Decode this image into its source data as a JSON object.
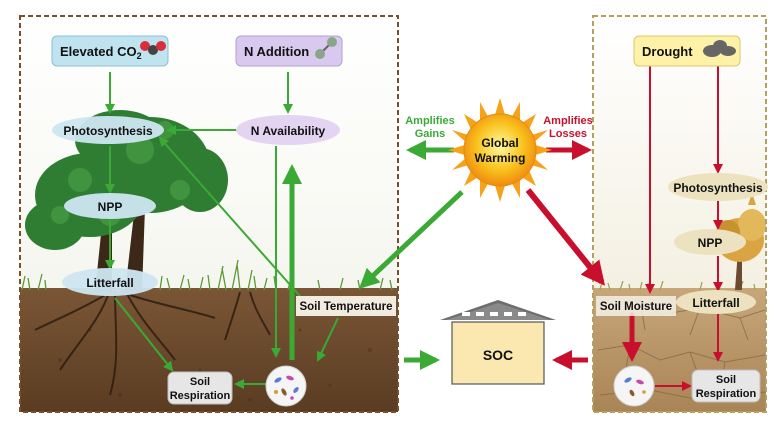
{
  "left_panel": {
    "elevated_co2": {
      "label": "Elevated CO",
      "sub": "2"
    },
    "n_addition": "N Addition",
    "photosynthesis": "Photosynthesis",
    "n_availability": "N Availability",
    "npp": "NPP",
    "litterfall": "Litterfall",
    "soil_temperature": "Soil Temperature",
    "soil_respiration_line1": "Soil",
    "soil_respiration_line2": "Respiration"
  },
  "center": {
    "sun_line1": "Global",
    "sun_line2": "Warming",
    "amplifies_gains_line1": "Amplifies",
    "amplifies_gains_line2": "Gains",
    "amplifies_losses_line1": "Amplifies",
    "amplifies_losses_line2": "Losses",
    "soc": "SOC"
  },
  "right_panel": {
    "drought": "Drought",
    "photosynthesis": "Photosynthesis",
    "npp": "NPP",
    "soil_moisture": "Soil Moisture",
    "litterfall": "Litterfall",
    "soil_respiration_line1": "Soil",
    "soil_respiration_line2": "Respiration"
  },
  "colors": {
    "gain_green": "#3aaa35",
    "loss_red": "#c8102e",
    "co2_box": "#bfe3ef",
    "n_box": "#d9c9ef",
    "drought_box": "#fdf2a8",
    "oval_blue": "#cde6f1",
    "oval_purple": "#e3d4f2",
    "oval_tan": "#ece2bf",
    "soil_left": "#6b4a2e",
    "soil_right": "#b9966c",
    "sun_orange": "#f7a21b"
  }
}
